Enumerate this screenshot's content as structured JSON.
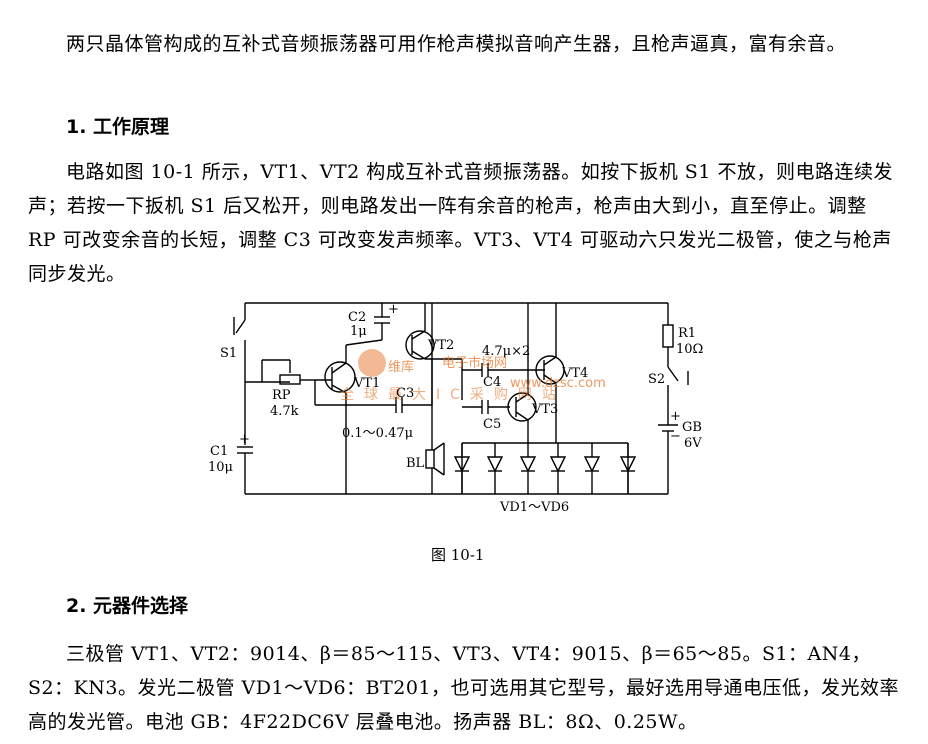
{
  "intro": "两只晶体管构成的互补式音频振荡器可用作枪声模拟音响产生器，且枪声逼真，富有余音。",
  "section1": {
    "heading": "1. 工作原理",
    "text": "电路如图 10-1 所示，VT1、VT2 构成互补式音频振荡器。如按下扳机 S1 不放，则电路连续发声；若按一下扳机 S1 后又松开，则电路发出一阵有余音的枪声，枪声由大到小，直至停止。调整 RP 可改变余音的长短，调整 C3 可改变发声频率。VT3、VT4 可驱动六只发光二极管，使之与枪声同步发光。"
  },
  "figure": {
    "caption": "图 10-1",
    "labels": {
      "s1": "S1",
      "c2": "C2",
      "c2_val": "1μ",
      "vt2": "VT2",
      "cap_pair": "4.7μ×2",
      "r1": "R1",
      "r1_val": "10Ω",
      "rp": "RP",
      "rp_val": "4.7k",
      "vt1": "VT1",
      "c3": "C3",
      "c4": "C4",
      "c5": "C5",
      "vt4": "VT4",
      "vt3": "VT3",
      "s2": "S2",
      "c1": "C1",
      "c1_val": "10μ",
      "c3_range": "0.1～0.47μ",
      "bl": "BL",
      "gb": "GB",
      "gb_val": "6V",
      "leds": "VD1～VD6"
    },
    "watermark": {
      "brand": "维库",
      "title": "电子市场网",
      "url": "www.dzsc.com",
      "slogan": "全球最大IC采购网站"
    },
    "colors": {
      "watermark": "#e6762a"
    }
  },
  "section2": {
    "heading": "2. 元器件选择",
    "text": "三极管 VT1、VT2：9014、β＝85～115、VT3、VT4：9015、β＝65～85。S1：AN4，S2：KN3。发光二极管 VD1～VD6：BT201，也可选用其它型号，最好选用导通电压低，发光效率高的发光管。电池 GB：4F22DC6V 层叠电池。扬声器 BL：8Ω、0.25W。"
  }
}
